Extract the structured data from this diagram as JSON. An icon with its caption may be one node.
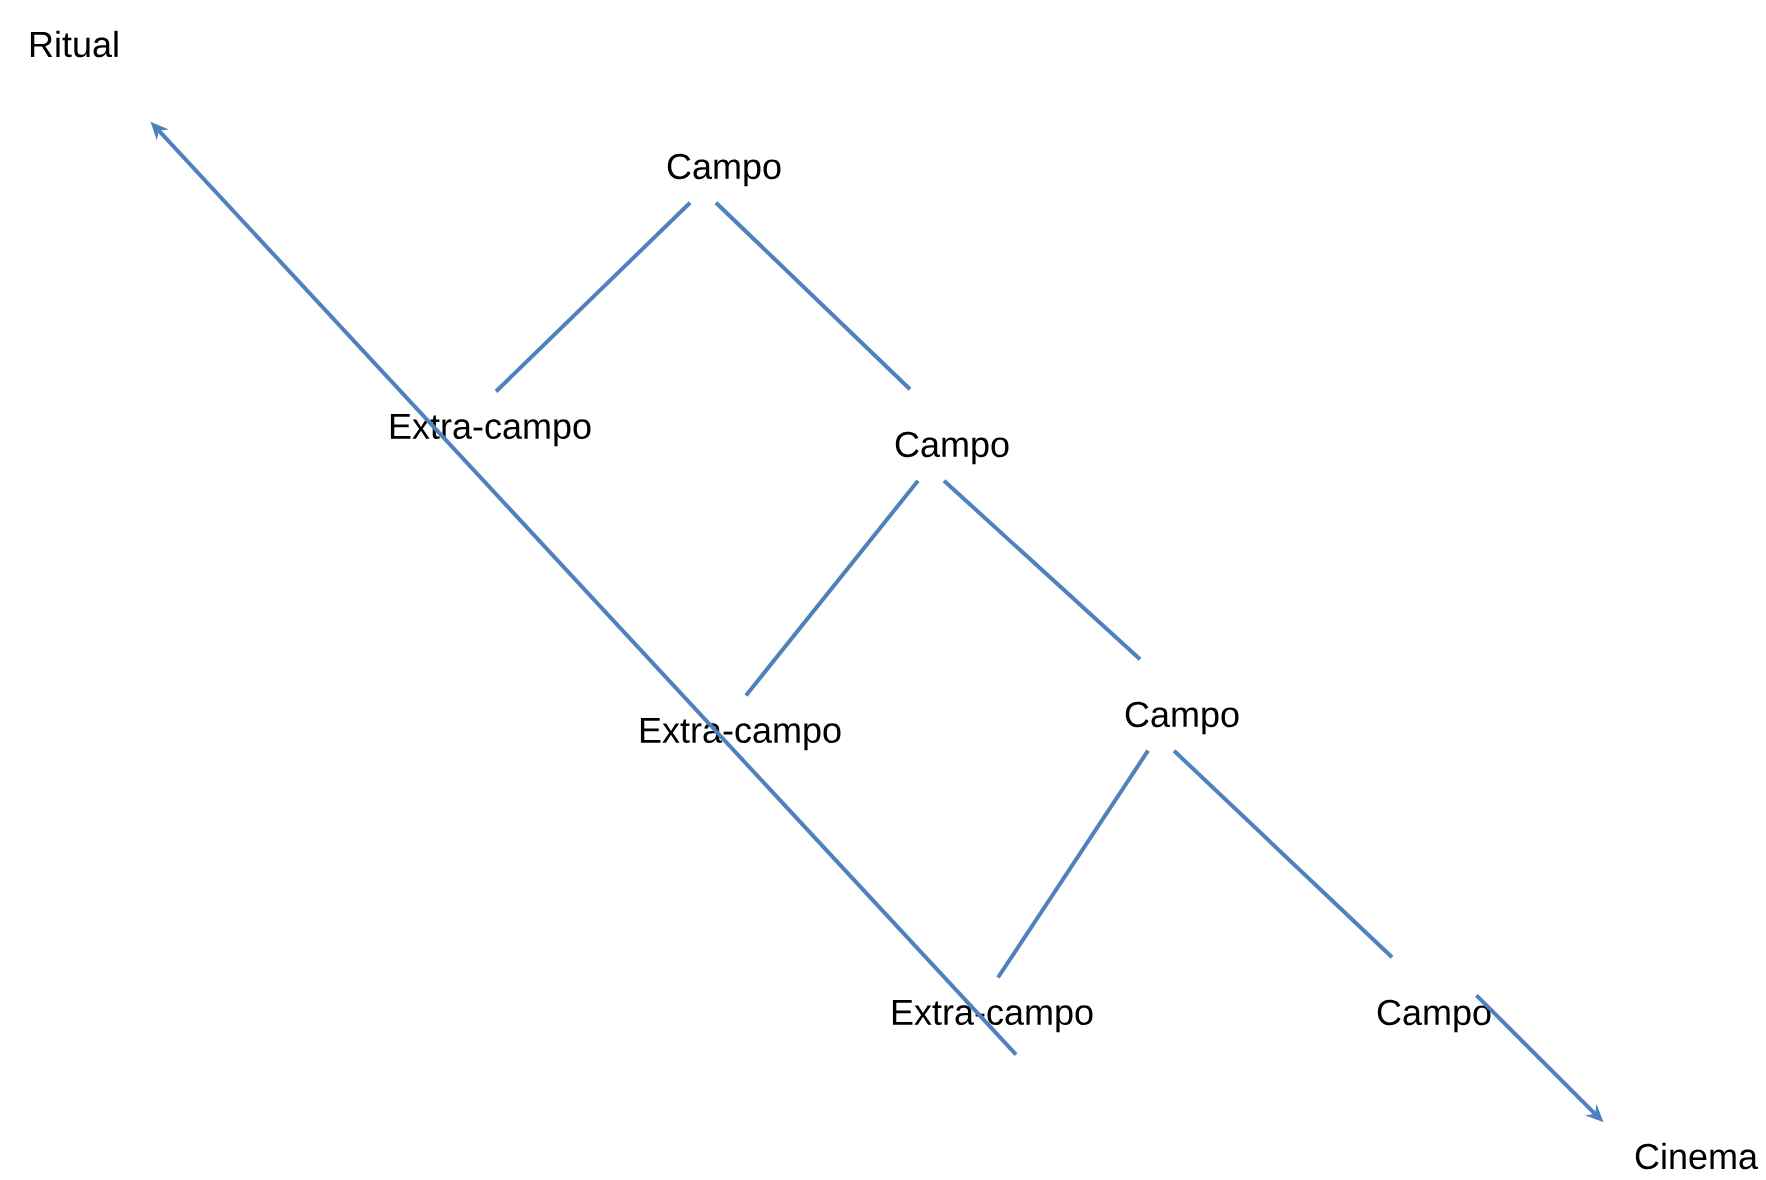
{
  "diagram": {
    "nodes": [
      {
        "text": [
          "Ritual"
        ]
      },
      {
        "text": [
          "Campo"
        ]
      },
      {
        "text": [
          "Extra-campo"
        ]
      },
      {
        "text": [
          "Campo"
        ]
      },
      {
        "text": [
          "Extra-campo"
        ]
      },
      {
        "text": [
          "Campo"
        ]
      },
      {
        "text": [
          "Extra-campo"
        ]
      },
      {
        "text": [
          "Campo"
        ]
      },
      {
        "text": [
          "Cinema"
        ]
      }
    ],
    "edges": [
      {
        "from": 1,
        "to": 2,
        "arrow": "none"
      },
      {
        "from": 1,
        "to": 3,
        "arrow": "none"
      },
      {
        "from": 3,
        "to": 4,
        "arrow": "none"
      },
      {
        "from": 3,
        "to": 5,
        "arrow": "none"
      },
      {
        "from": 5,
        "to": 6,
        "arrow": "none"
      },
      {
        "from": 5,
        "to": 7,
        "arrow": "none"
      },
      {
        "from": 6,
        "to": 0,
        "arrow": "to"
      },
      {
        "from": 7,
        "to": 8,
        "arrow": "to"
      }
    ]
  }
}
